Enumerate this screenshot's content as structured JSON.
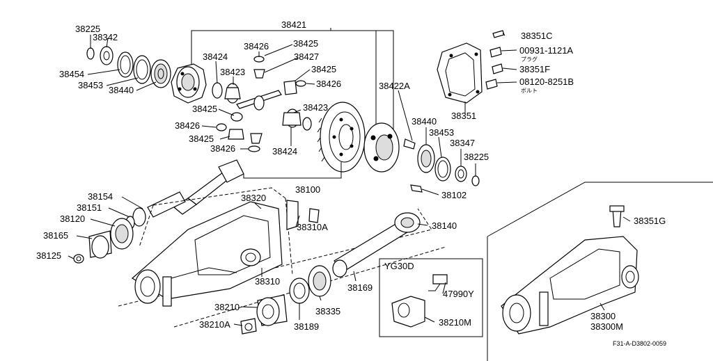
{
  "diagram": {
    "labels": {
      "p38225a": "38225",
      "p38342": "38342",
      "p38454": "38454",
      "p38453a": "38453",
      "p38440a": "38440",
      "p38421": "38421",
      "p38426a": "38426",
      "p38425a": "38425",
      "p38424a": "38424",
      "p38427": "38427",
      "p38423a": "38423",
      "p38425b": "38425",
      "p38426b": "38426",
      "p38425c": "38425",
      "p38426c": "38426",
      "p38425d": "38425",
      "p38426d": "38426",
      "p38423b": "38423",
      "p38424b": "38424",
      "p38422A": "38422A",
      "p38351C": "38351C",
      "p00931": "00931-1121A",
      "p38351F": "38351F",
      "p08120": "08120-8251B",
      "p38351": "38351",
      "p38440b": "38440",
      "p38453b": "38453",
      "p38347": "38347",
      "p38225b": "38225",
      "p38102": "38102",
      "p38100": "38100",
      "p38154": "38154",
      "p38151": "38151",
      "p38120": "38120",
      "p38165": "38165",
      "p38125": "38125",
      "p38320": "38320",
      "p38310A": "38310A",
      "p38310": "38310",
      "p38140": "38140",
      "p38169": "38169",
      "p38335": "38335",
      "p38189": "38189",
      "p38210": "38210",
      "p38210A": "38210A",
      "pYG30D": "YG30D",
      "p47990Y": "47990Y",
      "p38210M": "38210M",
      "p38351G": "38351G",
      "p38300": "38300",
      "p38300M": "38300M"
    },
    "jp_notes": {
      "plug": "プラグ",
      "bolt": "ボルト"
    },
    "drawing_code": "F31-A-D3802-0059"
  }
}
